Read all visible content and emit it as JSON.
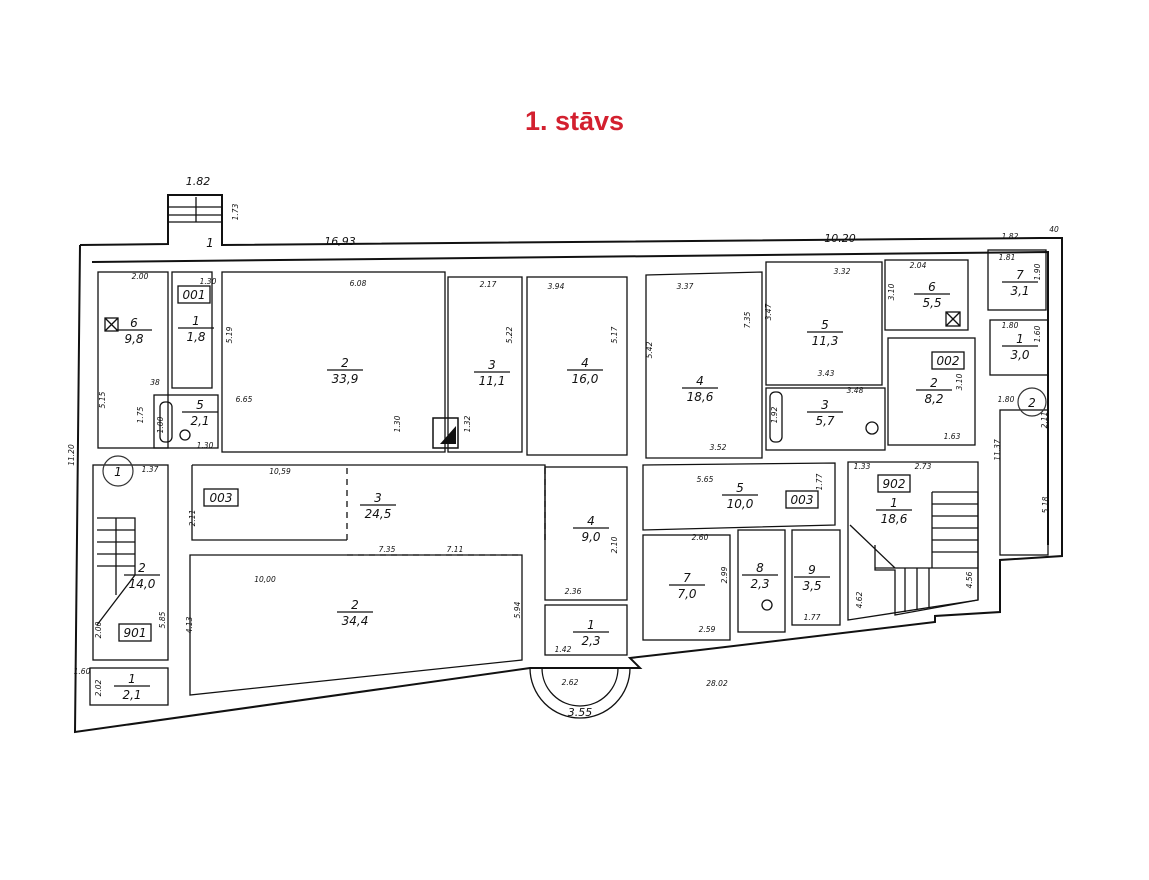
{
  "title": "1. stāvs",
  "apartments": {
    "a001": "001",
    "a002": "002",
    "a003_left": "003",
    "a003_right": "003",
    "a901": "901",
    "a902": "902"
  },
  "stair_markers": {
    "m1": "1",
    "m2": "2"
  },
  "entrance_label": "1",
  "rooms": {
    "s001_r6": {
      "no": "6",
      "area": "9,8"
    },
    "s001_r1": {
      "no": "1",
      "area": "1,8"
    },
    "s001_r5": {
      "no": "5",
      "area": "2,1"
    },
    "s001_r2": {
      "no": "2",
      "area": "33,9"
    },
    "s001_r3": {
      "no": "3",
      "area": "11,1"
    },
    "s001_r4": {
      "no": "4",
      "area": "16,0"
    },
    "s002_r4": {
      "no": "4",
      "area": "18,6"
    },
    "s002_r5": {
      "no": "5",
      "area": "11,3"
    },
    "s002_r3": {
      "no": "3",
      "area": "5,7"
    },
    "s002_r6": {
      "no": "6",
      "area": "5,5"
    },
    "s002_r7": {
      "no": "7",
      "area": "3,1"
    },
    "s002_r1": {
      "no": "1",
      "area": "3,0"
    },
    "s002_r2": {
      "no": "2",
      "area": "8,2"
    },
    "s901_r2": {
      "no": "2",
      "area": "14,0"
    },
    "s901_r1": {
      "no": "1",
      "area": "2,1"
    },
    "s003_r3": {
      "no": "3",
      "area": "24,5"
    },
    "s003_r2": {
      "no": "2",
      "area": "34,4"
    },
    "s003_r4": {
      "no": "4",
      "area": "9,0"
    },
    "s003_r1": {
      "no": "1",
      "area": "2,3"
    },
    "s003_r5": {
      "no": "5",
      "area": "10,0"
    },
    "s003_r7": {
      "no": "7",
      "area": "7,0"
    },
    "s003_r8": {
      "no": "8",
      "area": "2,3"
    },
    "s003_r9": {
      "no": "9",
      "area": "3,5"
    },
    "s902_r1": {
      "no": "1",
      "area": "18,6"
    }
  },
  "dimensions": [
    "1.82",
    "1.73",
    "16,93",
    "10.20",
    "1.82",
    "40",
    "2.00",
    "1.30",
    "6.08",
    "2.17",
    "3.94",
    "3.37",
    "3.32",
    "2.04",
    "1.81",
    "1.90",
    "5.19",
    "5.22",
    "5.17",
    "5.42",
    "7.35",
    "3.47",
    "3.10",
    "1.80",
    "1.60",
    "3.43",
    "3.48",
    "1.92",
    "3.10",
    "1.80",
    "2.11",
    "11.37",
    "5.18",
    "1.63",
    "3.52",
    "5.15",
    "1.75",
    "1.00",
    "1.30",
    "6.65",
    "1.30",
    "1.32",
    "38",
    "11.20",
    "1.37",
    "10,59",
    "5.65",
    "1.77",
    "1.33",
    "2.73",
    "2.11",
    "7.35",
    "7.11",
    "2.10",
    "2.00",
    "5.85",
    "10,00",
    "4.13",
    "5.94",
    "2.36",
    "1.42",
    "2.60",
    "2.99",
    "2.59",
    "1.77",
    "1.60",
    "2.02",
    "3.55",
    "28.02",
    "4.62",
    "4.56",
    "2.62"
  ]
}
